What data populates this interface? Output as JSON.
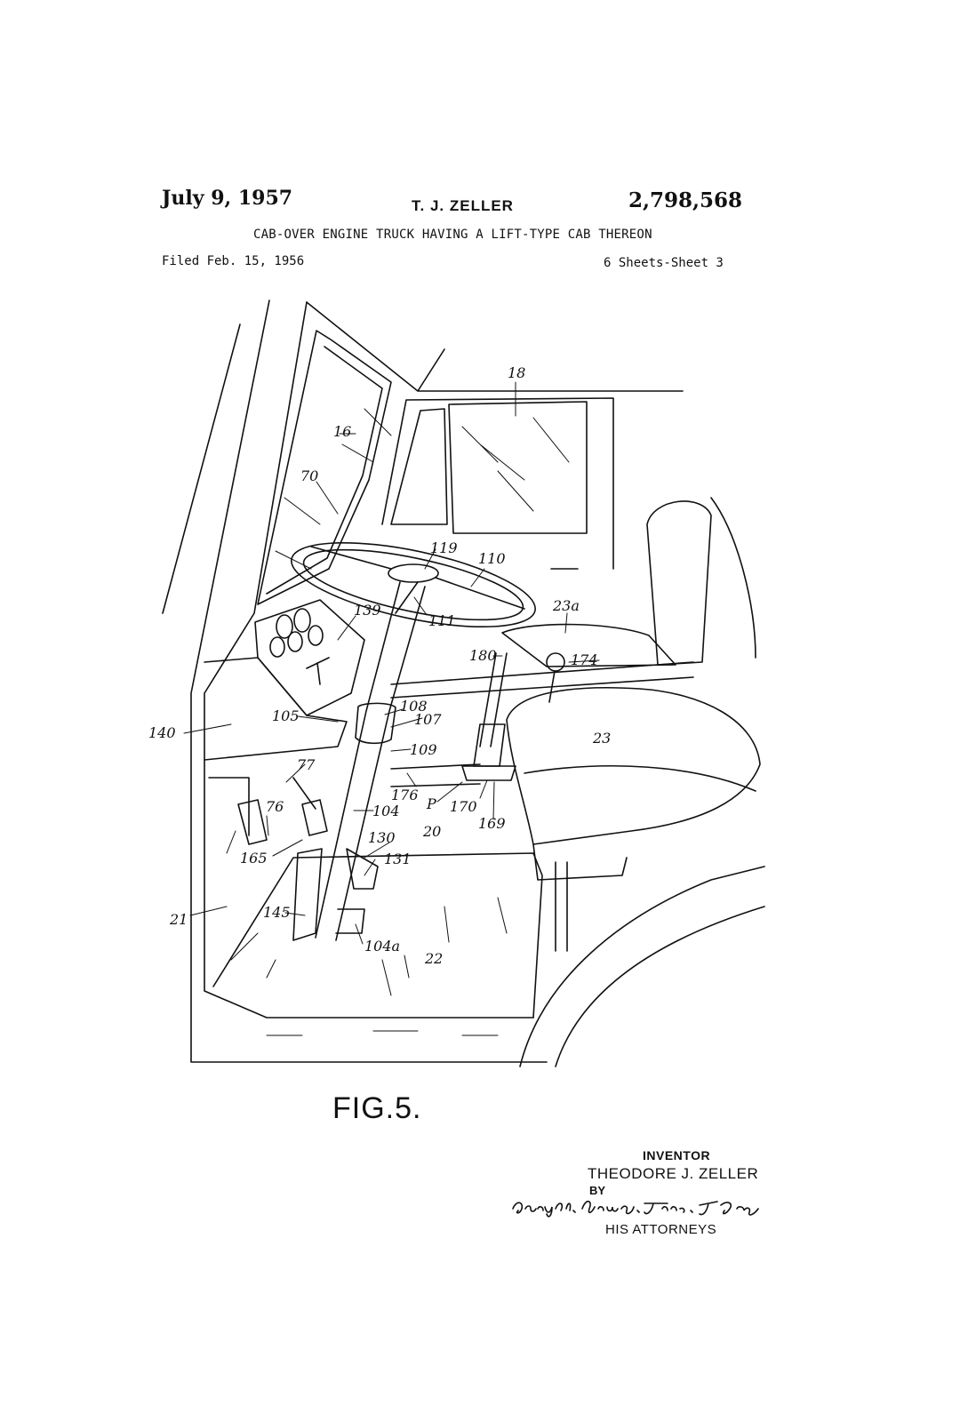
{
  "header": {
    "date": "July 9, 1957",
    "inventor_short": "T. J. ZELLER",
    "patent_number": "2,798,568",
    "title": "CAB-OVER ENGINE TRUCK HAVING A LIFT-TYPE CAB THEREON",
    "filed": "Filed Feb. 15, 1956",
    "sheet": "6 Sheets-Sheet 3"
  },
  "figure": {
    "label": "FIG.5.",
    "reference_numerals": [
      "18",
      "16",
      "70",
      "119",
      "110",
      "23a",
      "139",
      "111",
      "180",
      "174",
      "140",
      "105",
      "108",
      "107",
      "109",
      "23",
      "77",
      "176",
      "P",
      "170",
      "169",
      "76",
      "104",
      "20",
      "130",
      "165",
      "131",
      "21",
      "145",
      "104a",
      "22"
    ]
  },
  "footer": {
    "inventor_label": "INVENTOR",
    "inventor_name": "THEODORE J. ZELLER",
    "by": "BY",
    "signature": "Campbell, Brumbaugh, Free & Graves",
    "attorneys": "HIS ATTORNEYS"
  }
}
